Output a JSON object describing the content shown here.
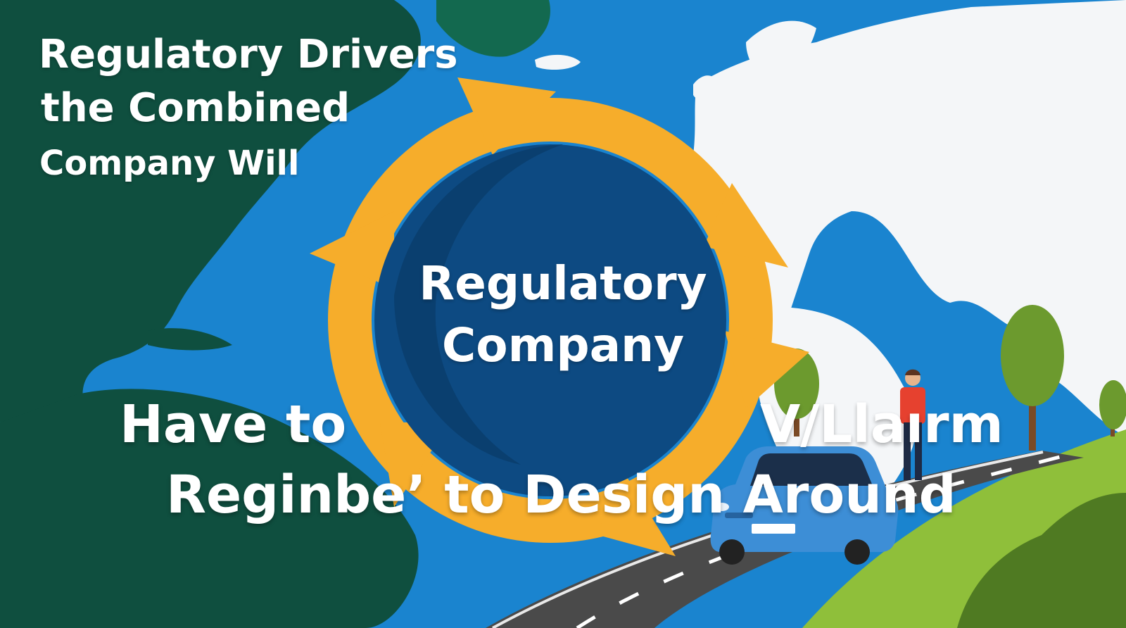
{
  "title": {
    "lines": [
      "Regulatory Drivers",
      "the Combined",
      "Company Will"
    ]
  },
  "center": {
    "lines": [
      "Regulatory",
      "Company"
    ]
  },
  "overlay": {
    "line1_left": "Have to",
    "line1_right": "V/Llaırm",
    "line2": "Reginbe’ to Design Around"
  },
  "colors": {
    "ocean": "#1a84cf",
    "land_dark": "#0f4f3f",
    "land_light": "#f4f6f8",
    "cycle_arrow": "#f6ad2b",
    "circle_fill": "#0d4a82",
    "grass": "#8fbf3a",
    "road": "#4a4a4a",
    "car": "#3d8ed6",
    "person_shirt": "#e6412f"
  },
  "icons": [
    "cycle-arrows-icon",
    "tree-icon",
    "car-icon",
    "person-icon",
    "road-icon",
    "world-map-icon"
  ]
}
